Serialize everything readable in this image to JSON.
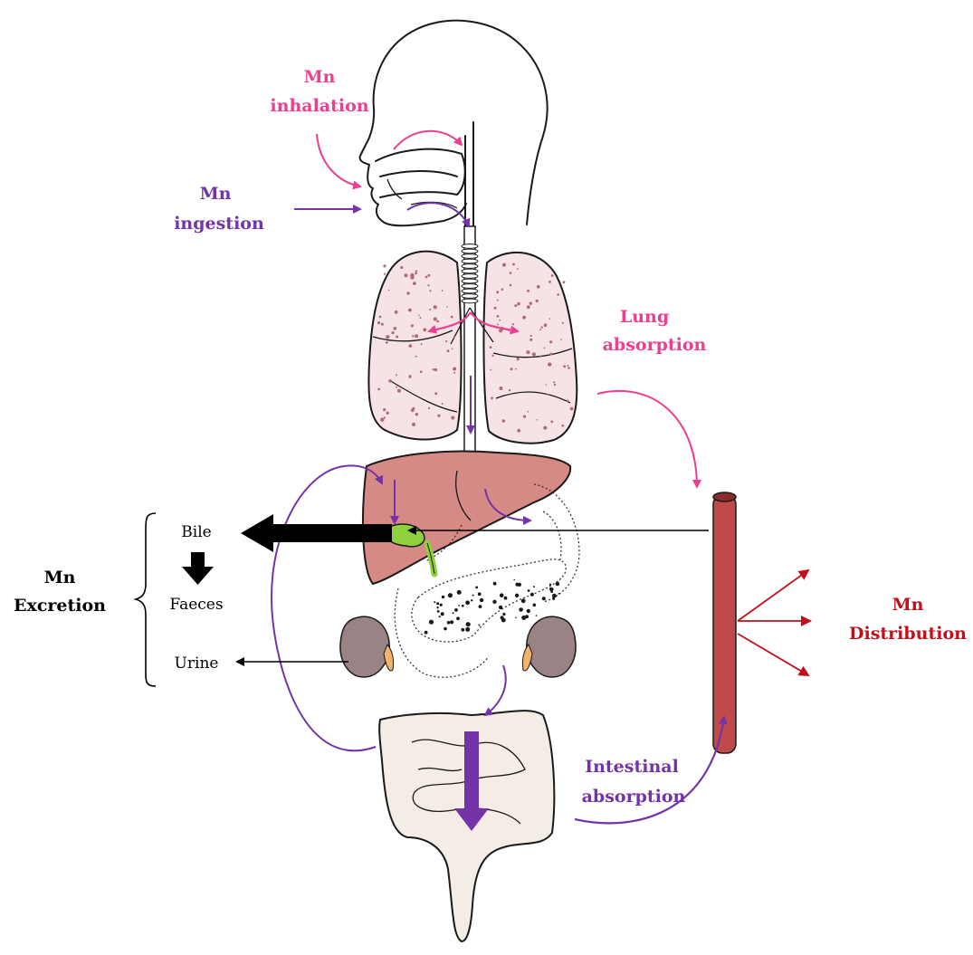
{
  "colors": {
    "pink": "#ec3f8f",
    "purple": "#7433a6",
    "red": "#c0111a",
    "black": "#000000",
    "vessel": "#c04a4a",
    "liver": "#d58a86",
    "lung": "#f6e3e6",
    "kidney": "#9a8384",
    "gallbladder": "#8fd03f",
    "intestine": "#f4ede6"
  },
  "labels": {
    "inhalation": [
      "Mn",
      "inhalation"
    ],
    "ingestion": [
      "Mn",
      "ingestion"
    ],
    "lung_absorption": [
      "Lung",
      "absorption"
    ],
    "intestinal_absorption": [
      "Intestinal",
      "absorption"
    ],
    "distribution": [
      "Mn",
      "Distribution"
    ],
    "excretion": [
      "Mn",
      "Excretion"
    ],
    "bile": "Bile",
    "faeces": "Faeces",
    "urine": "Urine"
  },
  "icons": [
    "head-outline",
    "trachea",
    "lungs",
    "liver",
    "gallbladder",
    "stomach-outline",
    "pancreas",
    "kidney-left",
    "kidney-right",
    "large-intestine",
    "small-intestine",
    "blood-vessel",
    "brace"
  ]
}
